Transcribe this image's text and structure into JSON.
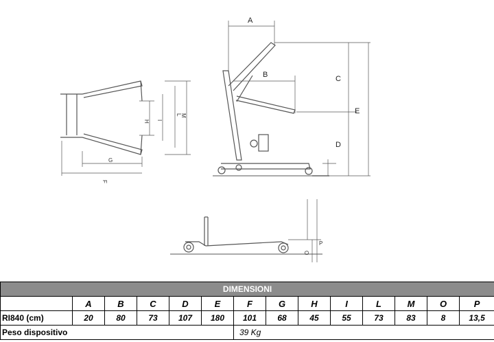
{
  "drawing_labels": {
    "A": "A",
    "B": "B",
    "C": "C",
    "D": "D",
    "E": "E",
    "F": "F",
    "G": "G",
    "H": "H",
    "I": "I",
    "L": "L",
    "M": "M",
    "O": "O",
    "P": "P"
  },
  "table": {
    "title": "DIMENSIONI",
    "headers": [
      "A",
      "B",
      "C",
      "D",
      "E",
      "F",
      "G",
      "H",
      "I",
      "L",
      "M",
      "O",
      "P"
    ],
    "row": {
      "label": "RI840 (cm)",
      "values": [
        "20",
        "80",
        "73",
        "107",
        "180",
        "101",
        "68",
        "45",
        "55",
        "73",
        "83",
        "8",
        "13,5"
      ]
    },
    "weight": {
      "label": "Peso dispositivo",
      "value": "39 Kg"
    }
  }
}
